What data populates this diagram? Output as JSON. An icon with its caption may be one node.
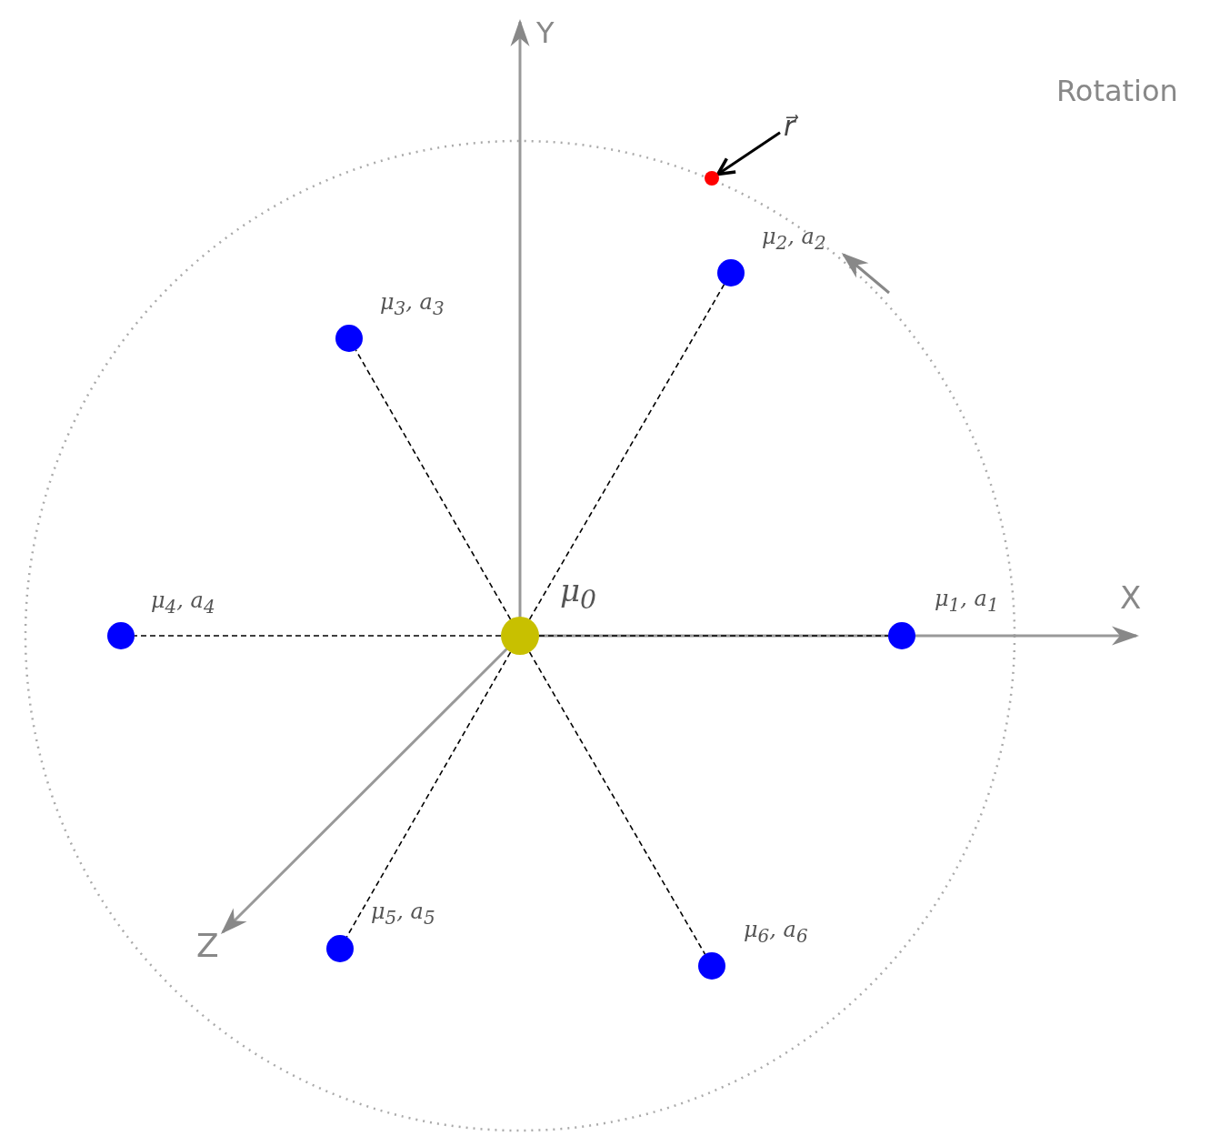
{
  "diagram": {
    "nodes": [
      {
        "text": [],
        "shape": "circle",
        "beside": [
          "μ$_{0}$"
        ]
      },
      {
        "text": [],
        "shape": "circle",
        "beside": [
          "μ$_{1}$, a$_{1}$"
        ]
      },
      {
        "text": [],
        "shape": "circle",
        "beside": [
          "μ$_{2}$, a$_{2}$"
        ]
      },
      {
        "text": [],
        "shape": "circle",
        "beside": [
          "μ$_{3}$, a$_{3}$"
        ]
      },
      {
        "text": [],
        "shape": "circle",
        "beside": [
          "μ$_{4}$, a$_{4}$"
        ]
      },
      {
        "text": [],
        "shape": "circle",
        "beside": [
          "μ$_{5}$, a$_{5}$"
        ]
      },
      {
        "text": [],
        "shape": "circle",
        "beside": [
          "μ$_{6}$, a$_{6}$"
        ]
      },
      {
        "text": [],
        "shape": "circle"
      },
      {
        "text": [
          "r⃗"
        ]
      }
    ],
    "edges": [
      {
        "from": 0,
        "to": 1,
        "arrow": "none",
        "style": "dashed"
      },
      {
        "from": 0,
        "to": 2,
        "arrow": "none",
        "style": "dashed"
      },
      {
        "from": 0,
        "to": 3,
        "arrow": "none",
        "style": "dashed"
      },
      {
        "from": 0,
        "to": 4,
        "arrow": "none",
        "style": "dashed"
      },
      {
        "from": 0,
        "to": 5,
        "arrow": "none",
        "style": "dashed"
      },
      {
        "from": 0,
        "to": 6,
        "arrow": "none",
        "style": "dashed"
      },
      {
        "from": 8,
        "to": 7,
        "arrow": "to"
      }
    ],
    "labels": [
      "Y",
      "Rotation",
      "X",
      "Z"
    ]
  }
}
